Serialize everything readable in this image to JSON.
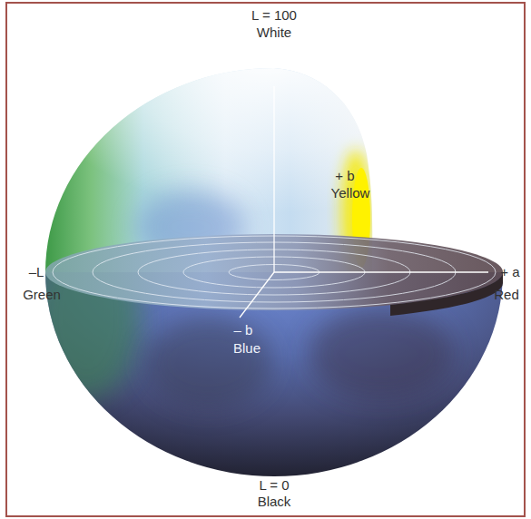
{
  "diagram": {
    "labels": [
      "L = 100",
      "White",
      "+ b",
      "Yellow",
      "–L",
      "Green",
      "+ a",
      "Red",
      "– b",
      "Blue",
      "L = 0",
      "Black"
    ]
  }
}
